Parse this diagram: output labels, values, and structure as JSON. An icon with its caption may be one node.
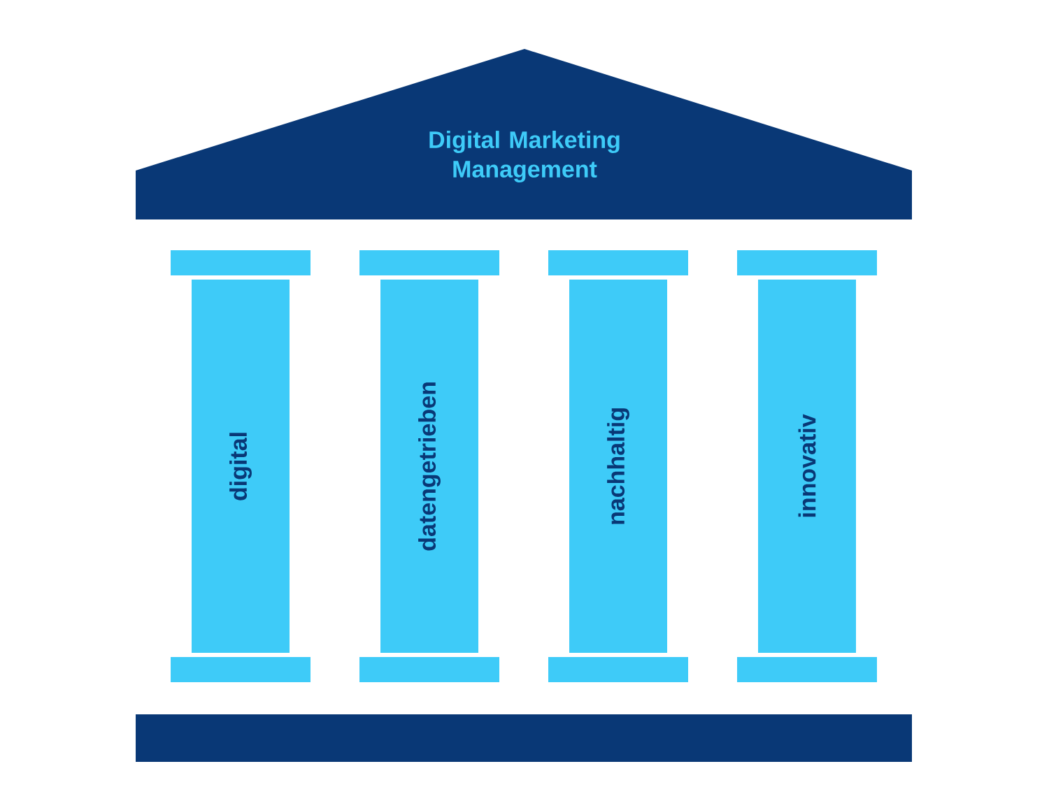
{
  "diagram": {
    "nodes": [
      {
        "text": [
          "Digital Marketing Management"
        ]
      },
      {
        "text": [
          "digital"
        ]
      },
      {
        "text": [
          "datengetrieben"
        ]
      },
      {
        "text": [
          "nachhaltig"
        ]
      },
      {
        "text": [
          "innovativ"
        ]
      },
      {
        "text": [],
        "shape": "bar"
      }
    ]
  }
}
